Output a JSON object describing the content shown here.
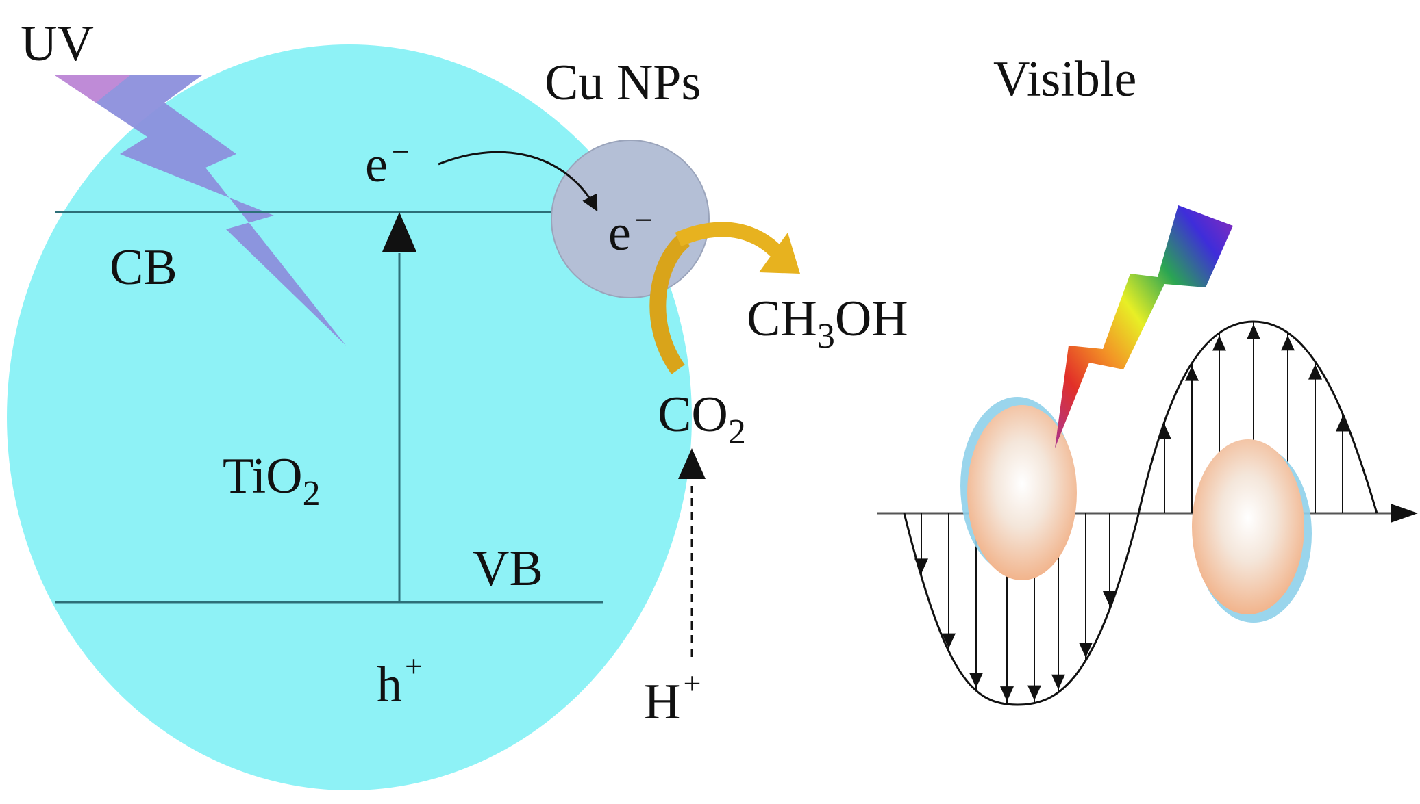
{
  "colors": {
    "tio2_body": "#8ef2f6",
    "cu_particle": "#b4bfd6",
    "uv_bolt": "#8c8fdc",
    "uv_bolt_tip": "#c48ad6",
    "product_arrow": "#e0a917",
    "band_line": "#2d6f78",
    "np_core": "#f2b48c",
    "np_halo": "#8fd0ea"
  },
  "labels": {
    "uv": "UV",
    "cu_nps": "Cu NPs",
    "visible": "Visible",
    "electron_cb": "e",
    "electron_cb_charge": "−",
    "electron_cu": "e",
    "electron_cu_charge": "−",
    "cb": "CB",
    "vb": "VB",
    "tio2_main": "TiO",
    "tio2_sub": "2",
    "hole": "h",
    "hole_charge": "+",
    "product_main": "CH",
    "product_sub": "3",
    "product_tail": "OH",
    "co2_main": "CO",
    "co2_sub": "2",
    "proton": "H",
    "proton_charge": "+"
  },
  "icons": {
    "uv": "lightning-bolt-icon",
    "visible": "rainbow-lightning-bolt-icon",
    "transfer": "curved-arrow-icon",
    "product": "curved-arrow-icon",
    "field": "sine-wave-icon"
  }
}
